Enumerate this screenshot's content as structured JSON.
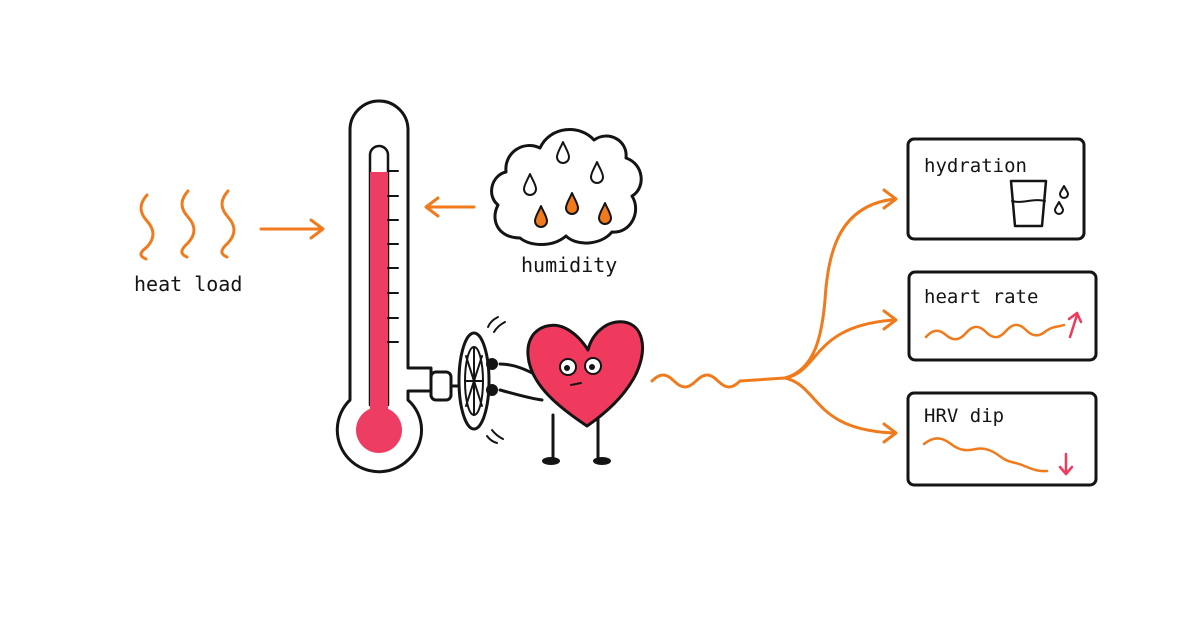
{
  "labels": {
    "heat_load": "heat load",
    "humidity": "humidity",
    "hydration": "hydration",
    "heart_rate": "heart rate",
    "hrv_dip": "HRV dip"
  },
  "colors": {
    "ink": "#141414",
    "accent": "#f07a1c",
    "heart": "#ef3a5d",
    "mercury": "#ee3d63"
  },
  "icons": {
    "heat": "heat-waves-icon",
    "cloud": "rain-cloud-icon",
    "thermometer": "thermometer-icon",
    "heart": "heart-character-icon",
    "valve": "valve-wheel-icon",
    "glass": "water-glass-icon",
    "trend_up": "arrow-up-icon",
    "trend_down": "arrow-down-icon"
  }
}
